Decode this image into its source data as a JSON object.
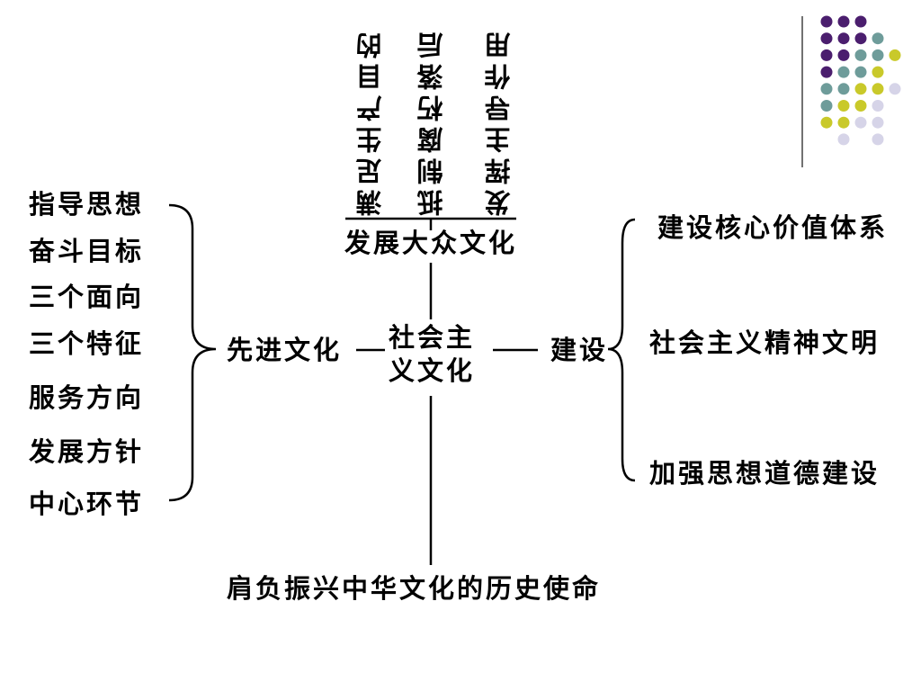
{
  "center": {
    "line1": "社会主",
    "line2": "义文化"
  },
  "top": {
    "heading": "发展大众文化",
    "items": [
      "发挥主导作用",
      "抵制腐朽落后",
      "满足生产目的"
    ]
  },
  "left": {
    "heading": "先进文化",
    "items": [
      "指导思想",
      "奋斗目标",
      "三个面向",
      "三个特征",
      "服务方向",
      "发展方针",
      "中心环节"
    ]
  },
  "right": {
    "heading": "建设",
    "items": [
      "建设核心价值体系",
      "社会主义精神文明",
      "加强思想道德建设"
    ]
  },
  "bottom": {
    "text": "肩负振兴中华文化的历史使命"
  },
  "colors": {
    "purple": "#4b1e6e",
    "teal": "#6e9c9a",
    "yellow": "#c9c92a",
    "lavender": "#d6d4e8"
  }
}
